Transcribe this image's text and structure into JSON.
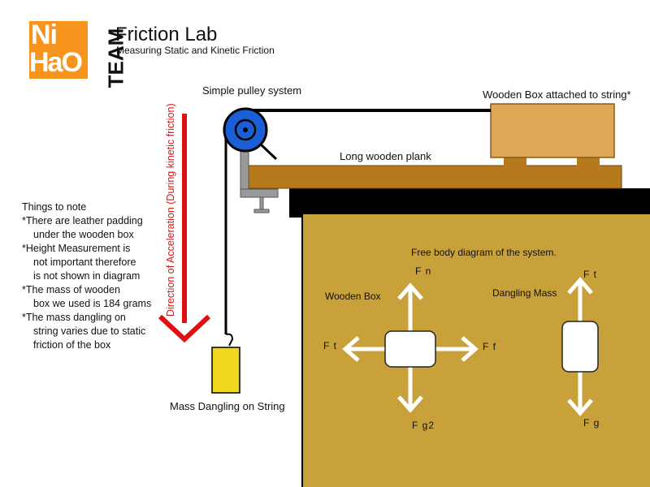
{
  "logo": {
    "line1": "Ni",
    "line2": "HaO",
    "team": "TEAM",
    "orange": "#f7941d"
  },
  "title": "Friction Lab",
  "subtitle": "Measuring Static and Kinetic Friction",
  "labels": {
    "pulley": "Simple pulley system",
    "box": "Wooden Box attached to string*",
    "plank": "Long wooden plank",
    "mass": "Mass Dangling on String",
    "acceleration": "Direction of Acceleration (During kinetic friction)"
  },
  "notes": {
    "heading": "Things to note",
    "items": [
      [
        "*There are leather padding",
        "under the wooden box"
      ],
      [
        "*Height Measurement is",
        "not important therefore",
        "is not shown in diagram"
      ],
      [
        "*The mass of wooden",
        "box we used is 184 grams"
      ],
      [
        "*The mass dangling on",
        "string varies due to static",
        "friction of the box"
      ]
    ]
  },
  "fbd": {
    "title": "Free body diagram of the system.",
    "box_label": "Wooden Box",
    "mass_label": "Dangling Mass",
    "forces": {
      "fn": "F n",
      "ft_box": "F t",
      "ff": "F f",
      "fg2": "F g2",
      "ft_mass": "F t",
      "fg": "F g"
    }
  },
  "colors": {
    "table": "#c9a13b",
    "plank": "#b67a1c",
    "box": "#dda755",
    "pulley": "#1a5fd6",
    "mass": "#f0d820",
    "arrow": "#e01010"
  }
}
